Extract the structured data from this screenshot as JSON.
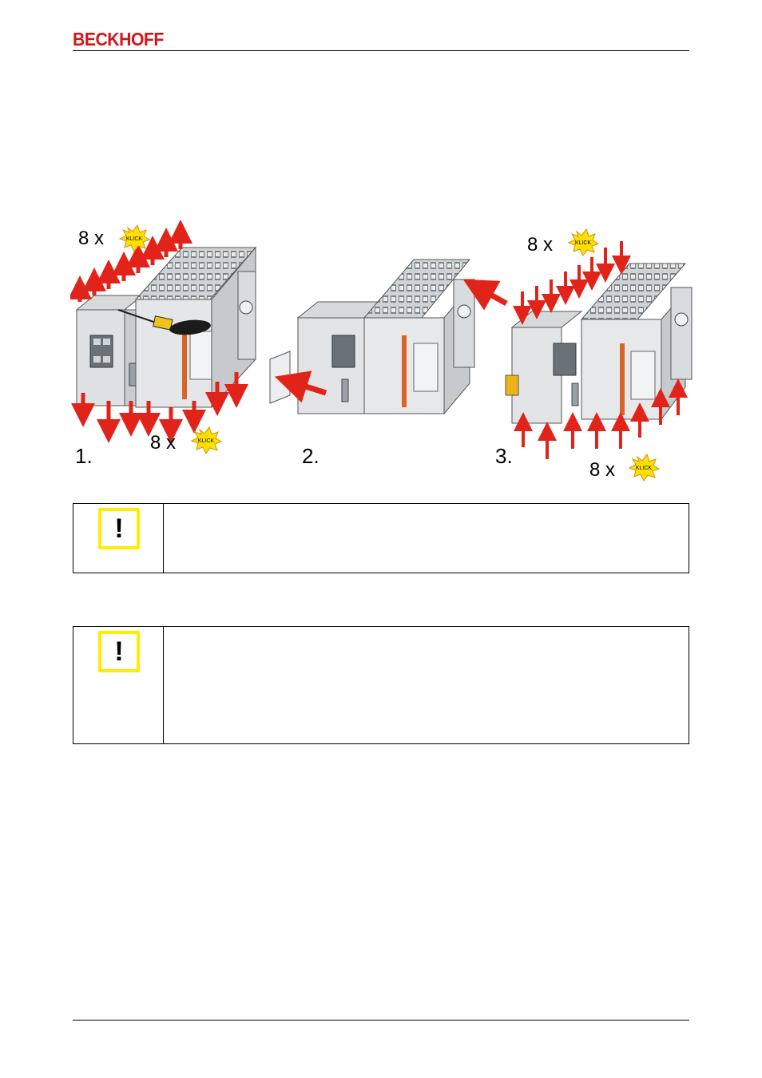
{
  "header": {
    "logo_text": "BECKHOFF",
    "logo_color": "#d7141a"
  },
  "figure": {
    "steps": [
      {
        "number": "1.",
        "klick_top": {
          "count": "8 x",
          "burst": "KLICK"
        },
        "klick_bottom": {
          "count": "8 x",
          "burst": "KLICK"
        }
      },
      {
        "number": "2."
      },
      {
        "number": "3.",
        "klick_top": {
          "count": "8 x",
          "burst": "KLICK"
        },
        "klick_bottom": {
          "count": "8 x",
          "burst": "KLICK"
        }
      }
    ],
    "arrow_color": "#e2231a"
  },
  "notes": [
    {
      "icon": "attention-icon",
      "icon_glyph": "!",
      "frame_color": "#ffec00"
    },
    {
      "icon": "attention-icon",
      "icon_glyph": "!",
      "frame_color": "#ffec00"
    }
  ]
}
